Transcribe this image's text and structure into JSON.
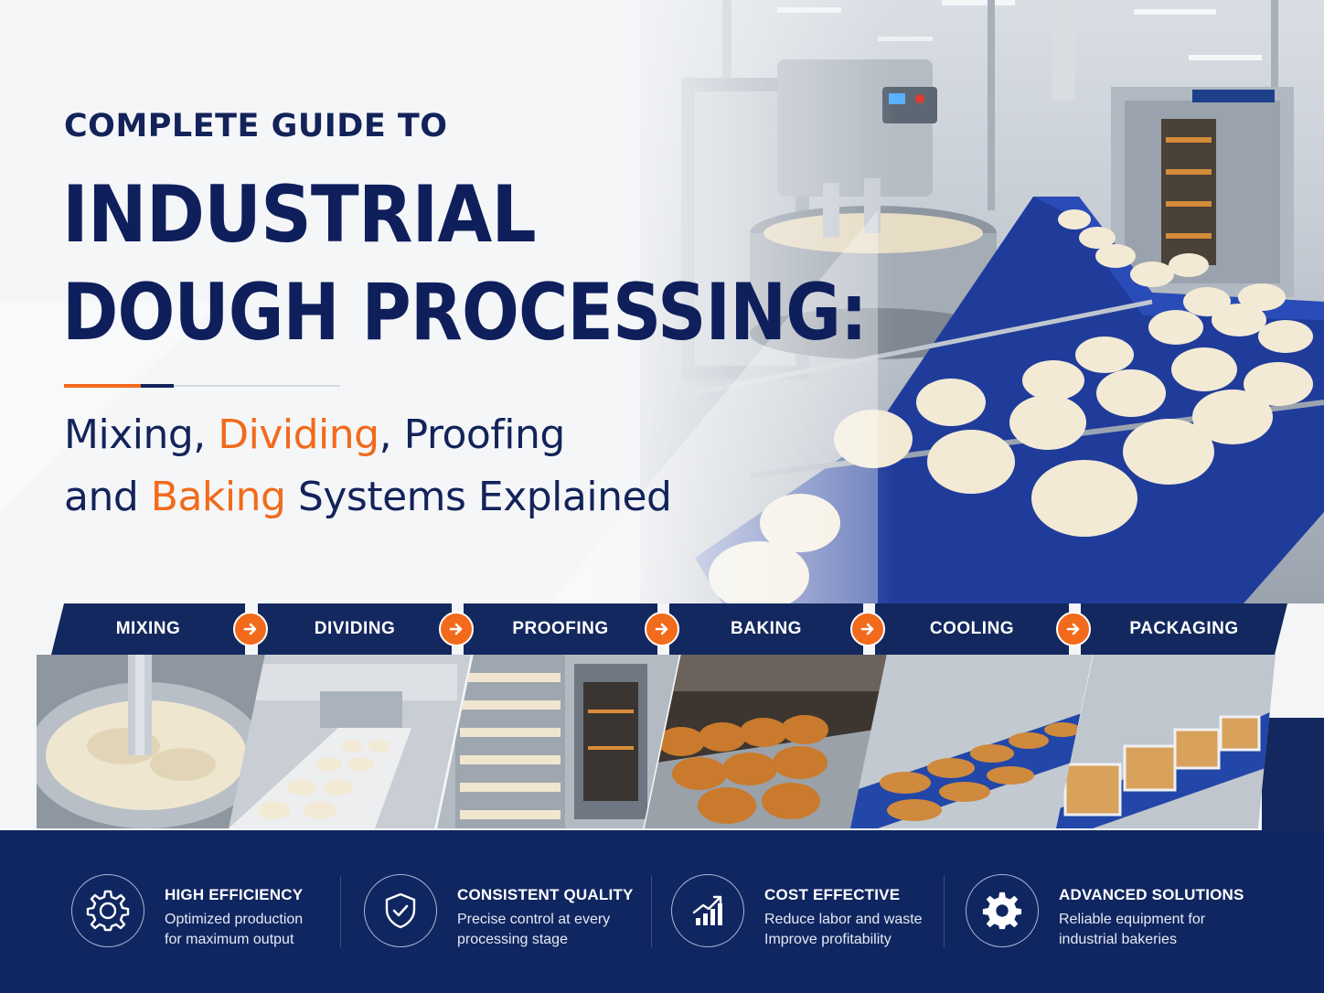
{
  "hero": {
    "eyebrow": "COMPLETE GUIDE TO",
    "title_line1": "INDUSTRIAL",
    "title_line2": "DOUGH PROCESSING:",
    "subtitle_line1": {
      "part1": "Mixing, ",
      "highlight": "Dividing",
      "part2": ", Proofing"
    },
    "subtitle_line2": {
      "part1": "and ",
      "highlight": "Baking",
      "part2": " Systems Explained"
    },
    "accent_color": "#f26a1b",
    "navy_color": "#13235a"
  },
  "steps": [
    {
      "label": "MIXING",
      "photo": "mixer-bowl-photo"
    },
    {
      "label": "DIVIDING",
      "photo": "divider-conveyor-photo"
    },
    {
      "label": "PROOFING",
      "photo": "proofing-rack-photo"
    },
    {
      "label": "BAKING",
      "photo": "oven-buns-photo"
    },
    {
      "label": "COOLING",
      "photo": "cooling-conveyor-photo"
    },
    {
      "label": "PACKAGING",
      "photo": "bread-packaging-photo"
    }
  ],
  "features": [
    {
      "icon": "gear-outline-icon",
      "title": "HIGH EFFICIENCY",
      "line1": "Optimized production",
      "line2": "for maximum output"
    },
    {
      "icon": "shield-check-icon",
      "title": "CONSISTENT QUALITY",
      "line1": "Precise control at every",
      "line2": "processing stage"
    },
    {
      "icon": "growth-chart-icon",
      "title": "COST EFFECTIVE",
      "line1": "Reduce labor and waste",
      "line2": "Improve profitability"
    },
    {
      "icon": "gear-solid-icon",
      "title": "ADVANCED SOLUTIONS",
      "line1": "Reliable equipment for",
      "line2": "industrial bakeries"
    }
  ]
}
